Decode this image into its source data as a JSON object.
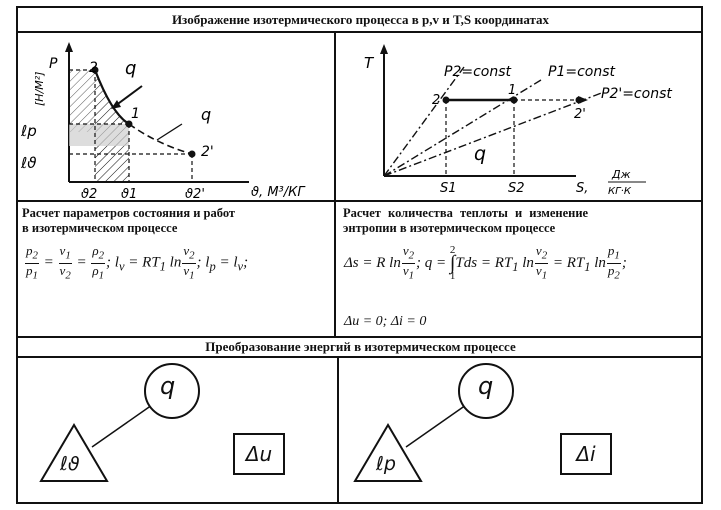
{
  "header": {
    "title": "Изображение изотермического процесса в p,v и T,S координатах"
  },
  "pv_diagram": {
    "axis_y": "P",
    "axis_y_unit": "[H/M²]",
    "axis_x": "ϑ, M³/КГ",
    "points": [
      "2",
      "1",
      "2'"
    ],
    "heat_label": "q",
    "heat_label_2": "q",
    "work_p": "ℓp",
    "work_v": "ℓϑ",
    "x_ticks": [
      "ϑ2",
      "ϑ1",
      "ϑ2'"
    ]
  },
  "ts_diagram": {
    "axis_y": "T",
    "axis_x": "S,",
    "axis_x_unit_num": "Дж",
    "axis_x_unit_den": "КГ·К",
    "line_p2": "P2=const",
    "line_p1": "P1=const",
    "line_p2prime": "P2'=const",
    "points": [
      "2",
      "1",
      "2'"
    ],
    "heat_label": "q",
    "x_ticks": [
      "S1",
      "S2"
    ]
  },
  "left_calc": {
    "heading_line1": "Расчет параметров состояния и работ",
    "heading_line2": "в изотермическом процессе"
  },
  "right_calc": {
    "heading_line1": "Расчет количества теплоты и изменение",
    "heading_line2": "энтропии в изотермическом процессе",
    "bottom_eq": "Δu = 0; Δi = 0"
  },
  "energy": {
    "title": "Преобразование энергий в изотермическом процессе",
    "left_circle": "q",
    "left_triangle": "ℓϑ",
    "left_box": "Δu",
    "right_circle": "q",
    "right_triangle": "ℓp",
    "right_box": "Δi"
  }
}
